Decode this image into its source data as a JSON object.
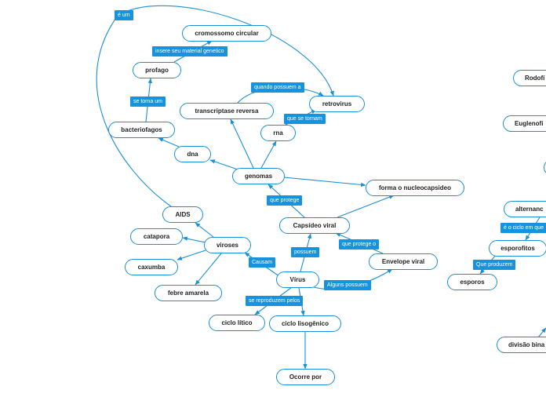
{
  "colors": {
    "line": "#1a8fd6",
    "label_bg": "#1593e0",
    "node_border": "#1a8fd6",
    "text": "#222222"
  },
  "nodes": {
    "cromossomo": "cromossomo circular",
    "profago": "profago",
    "retrovirus": "retrovirus",
    "transcriptase": "transcriptase reversa",
    "rna": "rna",
    "bacteriofagos": "bacteriofagos",
    "dna": "dna",
    "genomas": "genomas",
    "nucleocapsideo": "forma o nucleocapsideo",
    "capsideo": "Capsídeo viral",
    "aids": "AIDS",
    "catapora": "catapora",
    "viroses": "viroses",
    "caxumba": "caxumba",
    "envelope": "Envelope viral",
    "virus": "Vírus",
    "febre": "febre amarela",
    "litico": "ciclo lítico",
    "lisogenico": "ciclo lisogênico",
    "ocorre": "Ocorre por",
    "rodofi": "Rodofí",
    "euglenofi": "Euglenofi",
    "alternanc": "alternanc",
    "esporofitos": "esporofitos",
    "esporos": "esporos",
    "divisao": "divisão bina"
  },
  "labels": {
    "e_um": "é um",
    "insere": "insere seu material genetico",
    "quando": "quando possuem a",
    "se_torna": "se torna um",
    "que_se_tornam": "que se tornam",
    "que_protege": "que protege",
    "causam": "Causam",
    "possuem": "possuem",
    "que_protege_o": "que protege o",
    "alguns": "Alguns possuem",
    "se_reproduzem": "se reproduzem pelos",
    "ciclo_em_que": "é o ciclo em que",
    "que_produzem": "Que produzem"
  }
}
